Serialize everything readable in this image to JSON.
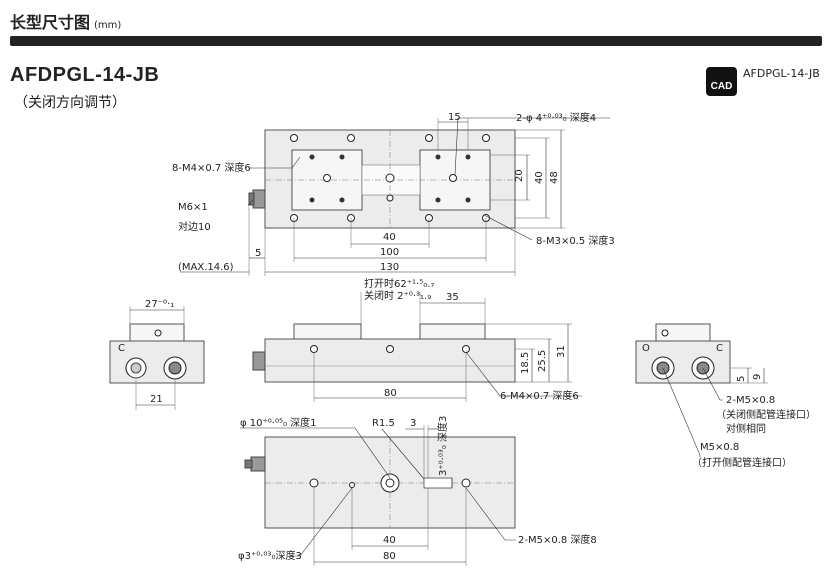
{
  "header": {
    "title": "长型尺寸图",
    "unit": "(mm)"
  },
  "model": {
    "name": "AFDPGL-14-JB",
    "subtitle": "（关闭方向调节）"
  },
  "cad": {
    "badge": "CAD",
    "label": "AFDPGL-14-JB"
  },
  "top_view": {
    "labels": {
      "holes_m4": "8-M4×0.7 深度6",
      "pin_holes": "2-φ 4⁺⁰·⁰³₀ 深度4",
      "m6": "M6×1",
      "hex": "对边10",
      "max": "(MAX.14.6)",
      "holes_m3": "8-M3×0.5 深度3"
    },
    "dims": {
      "d15": "15",
      "d20": "20",
      "d40v": "40",
      "d48": "48",
      "d40": "40",
      "d100": "100",
      "d130": "130",
      "d5": "5"
    }
  },
  "side_view": {
    "labels": {
      "open_stroke": "打开时62⁺¹·⁵₀.₇",
      "close_stroke": "关闭时 2⁺⁰·³₁.₉",
      "holes": "6-M4×0.7 深度6"
    },
    "dims": {
      "d35": "35",
      "d80": "80",
      "d18_5": "18.5",
      "d25_5": "25.5",
      "d31": "31"
    }
  },
  "left_end_view": {
    "dims": {
      "d27": "27⁻⁰·₁",
      "d21": "21"
    },
    "port_label": "C"
  },
  "right_end_view": {
    "port_o": "O",
    "port_c": "C",
    "dims": {
      "d5": "5",
      "d9": "9"
    },
    "labels": {
      "m5_close": "2-M5×0.8",
      "m5_close_note": "（关闭侧配管连接口）",
      "opposite": "对侧相同",
      "m5_open": "M5×0.8",
      "m5_open_note": "（打开侧配管连接口）"
    }
  },
  "bottom_view": {
    "labels": {
      "pin10": "φ 10⁺⁰·⁰⁵₀ 深度1",
      "r15": "R1.5",
      "d3": "3",
      "slot": "3⁺⁰·⁰³₀ 深度3",
      "pin3": "φ3⁺⁰·⁰³₀深度3",
      "m5": "2-M5×0.8 深度8"
    },
    "dims": {
      "d40": "40",
      "d80": "80"
    }
  }
}
